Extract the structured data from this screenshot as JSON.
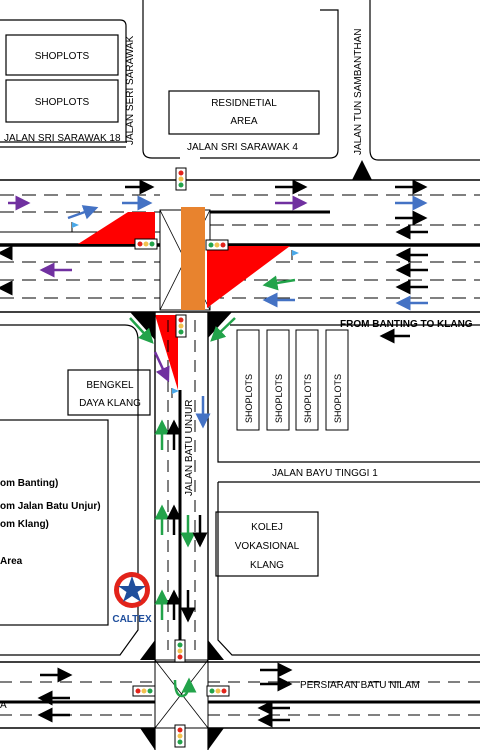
{
  "colors": {
    "road_line": "#000000",
    "dash": "#000000",
    "red_zone": "#ff0000",
    "orange_zone": "#e8832e",
    "arrow_black": "#000000",
    "arrow_blue": "#4472c4",
    "arrow_purple": "#7030a0",
    "arrow_green": "#22a34a",
    "caltex_red": "#e2231a",
    "caltex_blue": "#1f4e9c"
  },
  "labels": {
    "shoplots_1": "SHOPLOTS",
    "shoplots_2": "SHOPLOTS",
    "residential": "RESIDNETIAL",
    "residential_area": "AREA",
    "jalan_seri_sarawak": "JALAN SERI SARAWAK",
    "jalan_sri_sarawak_18": "JALAN SRI SARAWAK 18",
    "jalan_sri_sarawak_4": "JALAN SRI SARAWAK 4",
    "jalan_tun_sambanthan": "JALAN TUN SAMBANTHAN",
    "from_banting_to_klang": "FROM BANTING TO KLANG",
    "bengkel_1": "BENGKEL",
    "bengkel_2": "DAYA KLANG",
    "shoplots_v1": "SHOPLOTS",
    "shoplots_v2": "SHOPLOTS",
    "shoplots_v3": "SHOPLOTS",
    "shoplots_v4": "SHOPLOTS",
    "jalan_batu_unjur": "JALAN BATU UNJUR",
    "jalan_bayu_tinggi_1": "JALAN BAYU TINGGI 1",
    "kolej_1": "KOLEJ",
    "kolej_2": "VOKASIONAL",
    "kolej_3": "KLANG",
    "caltex": "CALTEX",
    "persiaran_batu_nilam": "PERSIARAN BATU NILAM",
    "legend_1": "om Banting)",
    "legend_2": "om Jalan Batu Unjur)",
    "legend_3": "om Klang)",
    "legend_4": "Area",
    "bottom_left_a": "A"
  },
  "icons": {
    "traffic_light": "traffic-light-icon",
    "flag": "flag-icon",
    "caltex_logo": "caltex-star-icon",
    "u_turn": "u-turn-arrow-icon"
  }
}
